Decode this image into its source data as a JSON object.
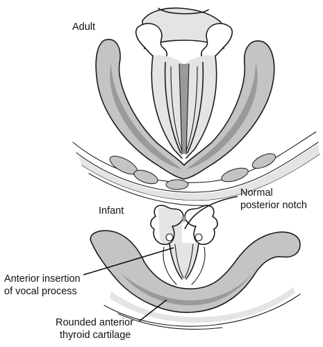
{
  "figure": {
    "labels": {
      "adult": "Adult",
      "infant": "Infant",
      "posterior_notch_line1": "Normal",
      "posterior_notch_line2": "posterior notch",
      "anterior_insertion_line1": "Anterior insertion",
      "anterior_insertion_line2": "of vocal process",
      "rounded_anterior_line1": "Rounded anterior",
      "rounded_anterior_line2": "thyroid cartilage"
    }
  }
}
